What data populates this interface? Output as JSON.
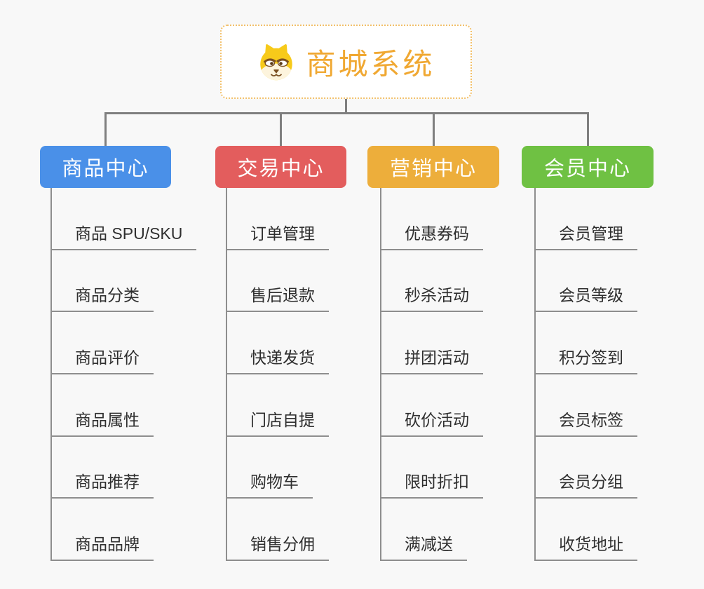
{
  "root": {
    "title": "商城系统",
    "icon": "dog-face-icon",
    "title_color": "#f0a832",
    "border_color": "#f2c06a"
  },
  "connector_color": "#7f7f7f",
  "line_color": "#8e8e8e",
  "branches": [
    {
      "label": "商品中心",
      "color": "#4a90e8",
      "items": [
        "商品 SPU/SKU",
        "商品分类",
        "商品评价",
        "商品属性",
        "商品推荐",
        "商品品牌"
      ]
    },
    {
      "label": "交易中心",
      "color": "#e35d5d",
      "items": [
        "订单管理",
        "售后退款",
        "快递发货",
        "门店自提",
        "购物车",
        "销售分佣"
      ]
    },
    {
      "label": "营销中心",
      "color": "#edae3b",
      "items": [
        "优惠券码",
        "秒杀活动",
        "拼团活动",
        "砍价活动",
        "限时折扣",
        "满减送"
      ]
    },
    {
      "label": "会员中心",
      "color": "#6fc143",
      "items": [
        "会员管理",
        "会员等级",
        "积分签到",
        "会员标签",
        "会员分组",
        "收货地址"
      ]
    }
  ]
}
